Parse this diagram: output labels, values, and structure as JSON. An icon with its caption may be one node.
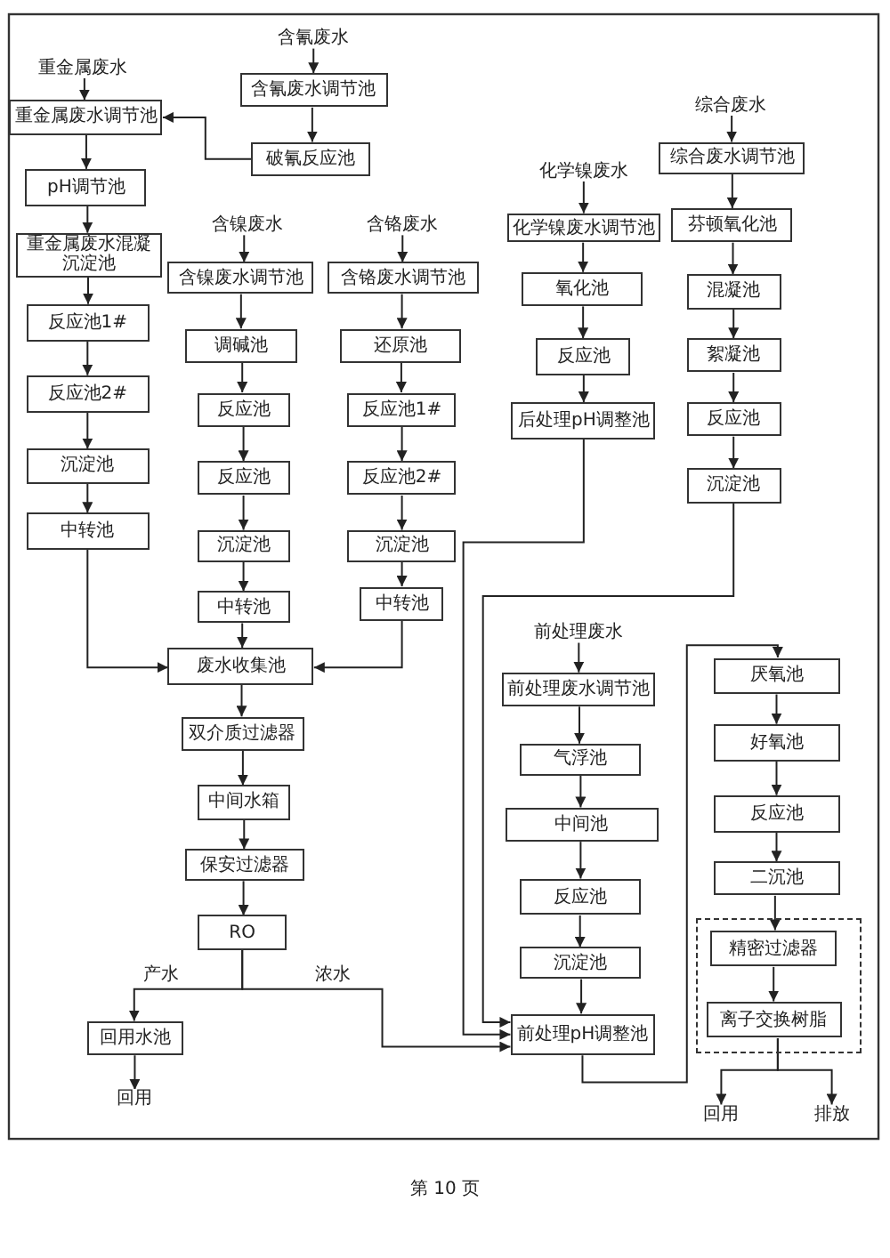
{
  "diagram": {
    "nodes": [
      {
        "text": [
          "含氰废水"
        ]
      },
      {
        "text": [
          "含氰废水调节池"
        ]
      },
      {
        "text": [
          "破氰反应池"
        ]
      },
      {
        "text": [
          "重金属废水"
        ]
      },
      {
        "text": [
          "重金属废水调节池"
        ]
      },
      {
        "text": [
          "pH调节池"
        ]
      },
      {
        "text": [
          "重金属废水混凝沉淀池"
        ]
      },
      {
        "text": [
          "反应池1#"
        ]
      },
      {
        "text": [
          "反应池2#"
        ]
      },
      {
        "text": [
          "沉淀池"
        ]
      },
      {
        "text": [
          "中转池"
        ]
      },
      {
        "text": [
          "含镍废水"
        ]
      },
      {
        "text": [
          "含镍废水调节池"
        ]
      },
      {
        "text": [
          "调碱池"
        ]
      },
      {
        "text": [
          "反应池"
        ]
      },
      {
        "text": [
          "反应池"
        ]
      },
      {
        "text": [
          "沉淀池"
        ]
      },
      {
        "text": [
          "中转池"
        ]
      },
      {
        "text": [
          "含铬废水"
        ]
      },
      {
        "text": [
          "含铬废水调节池"
        ]
      },
      {
        "text": [
          "还原池"
        ]
      },
      {
        "text": [
          "反应池1#"
        ]
      },
      {
        "text": [
          "反应池2#"
        ]
      },
      {
        "text": [
          "沉淀池"
        ]
      },
      {
        "text": [
          "中转池"
        ]
      },
      {
        "text": [
          "化学镍废水"
        ]
      },
      {
        "text": [
          "化学镍废水调节池"
        ]
      },
      {
        "text": [
          "氧化池"
        ]
      },
      {
        "text": [
          "反应池"
        ]
      },
      {
        "text": [
          "后处理pH调整池"
        ]
      },
      {
        "text": [
          "综合废水"
        ]
      },
      {
        "text": [
          "综合废水调节池"
        ]
      },
      {
        "text": [
          "芬顿氧化池"
        ]
      },
      {
        "text": [
          "混凝池"
        ]
      },
      {
        "text": [
          "絮凝池"
        ]
      },
      {
        "text": [
          "反应池"
        ]
      },
      {
        "text": [
          "沉淀池"
        ]
      },
      {
        "text": [
          "废水收集池"
        ]
      },
      {
        "text": [
          "双介质过滤器"
        ]
      },
      {
        "text": [
          "中间水箱"
        ]
      },
      {
        "text": [
          "保安过滤器"
        ]
      },
      {
        "text": [
          "RO"
        ]
      },
      {
        "text": [
          "回用水池"
        ]
      },
      {
        "text": [
          "回用"
        ]
      },
      {
        "text": [
          "前处理废水"
        ]
      },
      {
        "text": [
          "前处理废水调节池"
        ]
      },
      {
        "text": [
          "气浮池"
        ]
      },
      {
        "text": [
          "中间池"
        ]
      },
      {
        "text": [
          "反应池"
        ]
      },
      {
        "text": [
          "沉淀池"
        ]
      },
      {
        "text": [
          "前处理pH调整池"
        ]
      },
      {
        "text": [
          "厌氧池"
        ]
      },
      {
        "text": [
          "好氧池"
        ]
      },
      {
        "text": [
          "反应池"
        ]
      },
      {
        "text": [
          "二沉池"
        ]
      },
      {
        "text": [],
        "shape": "box"
      },
      {
        "text": [
          "精密过滤器"
        ],
        "in": 55
      },
      {
        "text": [
          "离子交换树脂"
        ],
        "in": 55
      },
      {
        "text": [
          "回用"
        ]
      },
      {
        "text": [
          "排放"
        ]
      }
    ],
    "edges": [
      {
        "from": 0,
        "to": 1,
        "arrow": "to"
      },
      {
        "from": 1,
        "to": 2,
        "arrow": "to"
      },
      {
        "from": 2,
        "to": 4,
        "arrow": "to"
      },
      {
        "from": 3,
        "to": 4,
        "arrow": "to"
      },
      {
        "from": 4,
        "to": 5,
        "arrow": "to"
      },
      {
        "from": 5,
        "to": 6,
        "arrow": "to"
      },
      {
        "from": 6,
        "to": 7,
        "arrow": "to"
      },
      {
        "from": 7,
        "to": 8,
        "arrow": "to"
      },
      {
        "from": 8,
        "to": 9,
        "arrow": "to"
      },
      {
        "from": 9,
        "to": 10,
        "arrow": "to"
      },
      {
        "from": 10,
        "to": 37,
        "arrow": "to"
      },
      {
        "from": 11,
        "to": 12,
        "arrow": "to"
      },
      {
        "from": 12,
        "to": 13,
        "arrow": "to"
      },
      {
        "from": 13,
        "to": 14,
        "arrow": "to"
      },
      {
        "from": 14,
        "to": 15,
        "arrow": "to"
      },
      {
        "from": 15,
        "to": 16,
        "arrow": "to"
      },
      {
        "from": 16,
        "to": 17,
        "arrow": "to"
      },
      {
        "from": 17,
        "to": 37,
        "arrow": "to"
      },
      {
        "from": 18,
        "to": 19,
        "arrow": "to"
      },
      {
        "from": 19,
        "to": 20,
        "arrow": "to"
      },
      {
        "from": 20,
        "to": 21,
        "arrow": "to"
      },
      {
        "from": 21,
        "to": 22,
        "arrow": "to"
      },
      {
        "from": 22,
        "to": 23,
        "arrow": "to"
      },
      {
        "from": 23,
        "to": 24,
        "arrow": "to"
      },
      {
        "from": 24,
        "to": 37,
        "arrow": "to"
      },
      {
        "from": 25,
        "to": 26,
        "arrow": "to"
      },
      {
        "from": 26,
        "to": 27,
        "arrow": "to"
      },
      {
        "from": 27,
        "to": 28,
        "arrow": "to"
      },
      {
        "from": 28,
        "to": 29,
        "arrow": "to"
      },
      {
        "from": 29,
        "to": 50,
        "arrow": "to"
      },
      {
        "from": 30,
        "to": 31,
        "arrow": "to"
      },
      {
        "from": 31,
        "to": 32,
        "arrow": "to"
      },
      {
        "from": 32,
        "to": 33,
        "arrow": "to"
      },
      {
        "from": 33,
        "to": 34,
        "arrow": "to"
      },
      {
        "from": 34,
        "to": 35,
        "arrow": "to"
      },
      {
        "from": 35,
        "to": 36,
        "arrow": "to"
      },
      {
        "from": 36,
        "to": 50,
        "arrow": "to"
      },
      {
        "from": 37,
        "to": 38,
        "arrow": "to"
      },
      {
        "from": 38,
        "to": 39,
        "arrow": "to"
      },
      {
        "from": 39,
        "to": 40,
        "arrow": "to"
      },
      {
        "from": 40,
        "to": 41,
        "arrow": "to"
      },
      {
        "from": 41,
        "to": 42,
        "arrow": "to",
        "label": "产水"
      },
      {
        "from": 41,
        "to": 50,
        "arrow": "to",
        "label": "浓水"
      },
      {
        "from": 42,
        "to": 43,
        "arrow": "to"
      },
      {
        "from": 44,
        "to": 45,
        "arrow": "to"
      },
      {
        "from": 45,
        "to": 46,
        "arrow": "to"
      },
      {
        "from": 46,
        "to": 47,
        "arrow": "to"
      },
      {
        "from": 47,
        "to": 48,
        "arrow": "to"
      },
      {
        "from": 48,
        "to": 49,
        "arrow": "to"
      },
      {
        "from": 49,
        "to": 50,
        "arrow": "to"
      },
      {
        "from": 50,
        "to": 51,
        "arrow": "to"
      },
      {
        "from": 51,
        "to": 52,
        "arrow": "to"
      },
      {
        "from": 52,
        "to": 53,
        "arrow": "to"
      },
      {
        "from": 53,
        "to": 54,
        "arrow": "to"
      },
      {
        "from": 54,
        "to": 56,
        "arrow": "to"
      },
      {
        "from": 56,
        "to": 57,
        "arrow": "to"
      },
      {
        "from": 57,
        "to": 58,
        "arrow": "to"
      },
      {
        "from": 57,
        "to": 59,
        "arrow": "to"
      }
    ],
    "labels": [
      "第 10 页"
    ]
  }
}
